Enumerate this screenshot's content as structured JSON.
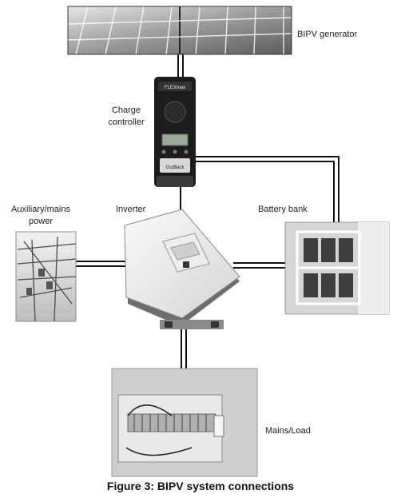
{
  "labels": {
    "bipv_generator": "BIPV generator",
    "charge_controller_line1": "Charge",
    "charge_controller_line2": "controller",
    "auxiliary_line1": "Auxiliary/mains",
    "auxiliary_line2": "power",
    "inverter": "Inverter",
    "battery_bank": "Battery bank",
    "mains_load": "Mains/Load"
  },
  "device_text": {
    "controller_brand": "FLEXmax",
    "controller_logo": "OutBack"
  },
  "caption": "Figure 3: BIPV system connections"
}
